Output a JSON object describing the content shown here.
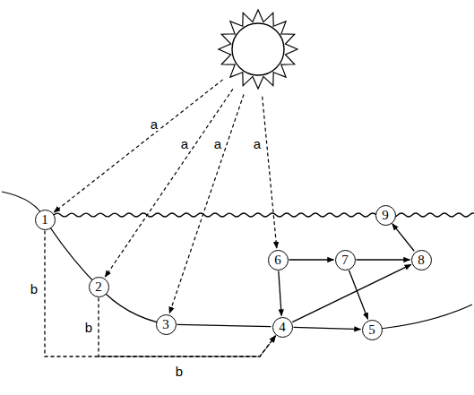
{
  "diagram": {
    "nodes": [
      {
        "text": [
          "1"
        ]
      },
      {
        "text": [
          "2"
        ]
      },
      {
        "text": [
          "3"
        ]
      },
      {
        "text": [
          "4"
        ]
      },
      {
        "text": [
          "5"
        ]
      },
      {
        "text": [
          "6"
        ]
      },
      {
        "text": [
          "7"
        ]
      },
      {
        "text": [
          "8"
        ]
      },
      {
        "text": [
          "9"
        ]
      }
    ],
    "edges": [
      {
        "from": 0,
        "to": 3,
        "arrow": "to",
        "label": "b"
      },
      {
        "from": 1,
        "to": 3,
        "arrow": "to",
        "label": "b"
      },
      {
        "from": 2,
        "to": 3,
        "arrow": "none"
      },
      {
        "from": 5,
        "to": 3,
        "arrow": "to"
      },
      {
        "from": 5,
        "to": 6,
        "arrow": "to"
      },
      {
        "from": 6,
        "to": 7,
        "arrow": "to"
      },
      {
        "from": 6,
        "to": 4,
        "arrow": "to"
      },
      {
        "from": 3,
        "to": 7,
        "arrow": "to"
      },
      {
        "from": 3,
        "to": 4,
        "arrow": "to"
      },
      {
        "from": 7,
        "to": 8,
        "arrow": "to"
      }
    ],
    "labels": [
      "a",
      "a",
      "a",
      "a",
      "b"
    ]
  }
}
